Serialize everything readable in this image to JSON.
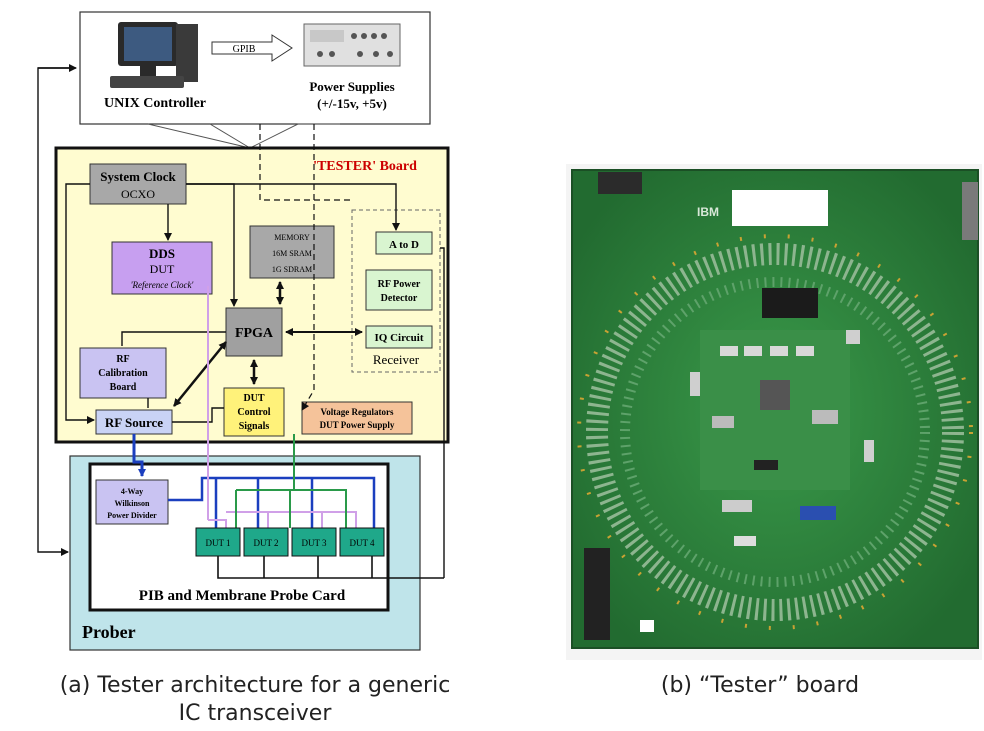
{
  "panel_a": {
    "unix_controller": "UNIX Controller",
    "gpib": "GPIB",
    "power_supplies_line1": "Power Supplies",
    "power_supplies_line2": "(+/-15v, +5v)",
    "tester_board_title": "'TESTER' Board",
    "system_clock_line1": "System Clock",
    "system_clock_line2": "OCXO",
    "dds_line1": "DDS",
    "dds_line2": "DUT",
    "dds_line3": "'Reference Clock'",
    "memory_line1": "MEMORY",
    "memory_line2": "16M SRAM",
    "memory_line3": "1G SDRAM",
    "a_to_d": "A to D",
    "rf_power_line1": "RF Power",
    "rf_power_line2": "Detector",
    "iq_circuit": "IQ Circuit",
    "receiver": "Receiver",
    "fpga": "FPGA",
    "rf_cal_line1": "RF",
    "rf_cal_line2": "Calibration",
    "rf_cal_line3": "Board",
    "dut_ctrl_line1": "DUT",
    "dut_ctrl_line2": "Control",
    "dut_ctrl_line3": "Signals",
    "vreg_line1": "Voltage Regulators",
    "vreg_line2": "DUT Power Supply",
    "rf_source": "RF Source",
    "wilkinson_line1": "4-Way",
    "wilkinson_line2": "Wilkinson",
    "wilkinson_line3": "Power Divider",
    "dut1": "DUT 1",
    "dut2": "DUT 2",
    "dut3": "DUT 3",
    "dut4": "DUT 4",
    "pib_label": "PIB and Membrane Probe Card",
    "prober_label": "Prober"
  },
  "panel_b": {
    "board_logo": "IBM"
  },
  "captions": {
    "a_line1": "(a)  Tester architecture for a generic",
    "a_line2": "IC transceiver",
    "b": "(b)  “Tester” board"
  },
  "colors": {
    "tester_board_fill": "#fffcd0",
    "prober_fill": "#bfe4ea",
    "dds_fill": "#c79ff0",
    "receiver_box_fill": "#d9f5d0",
    "dut_fill": "#1fa88a",
    "vreg_fill": "#f5c39a",
    "dut_ctrl_fill": "#fff27a",
    "wilkinson_fill": "#c9c3f2",
    "pcb_green": "#2f8a3f",
    "title_red": "#cc0000"
  }
}
